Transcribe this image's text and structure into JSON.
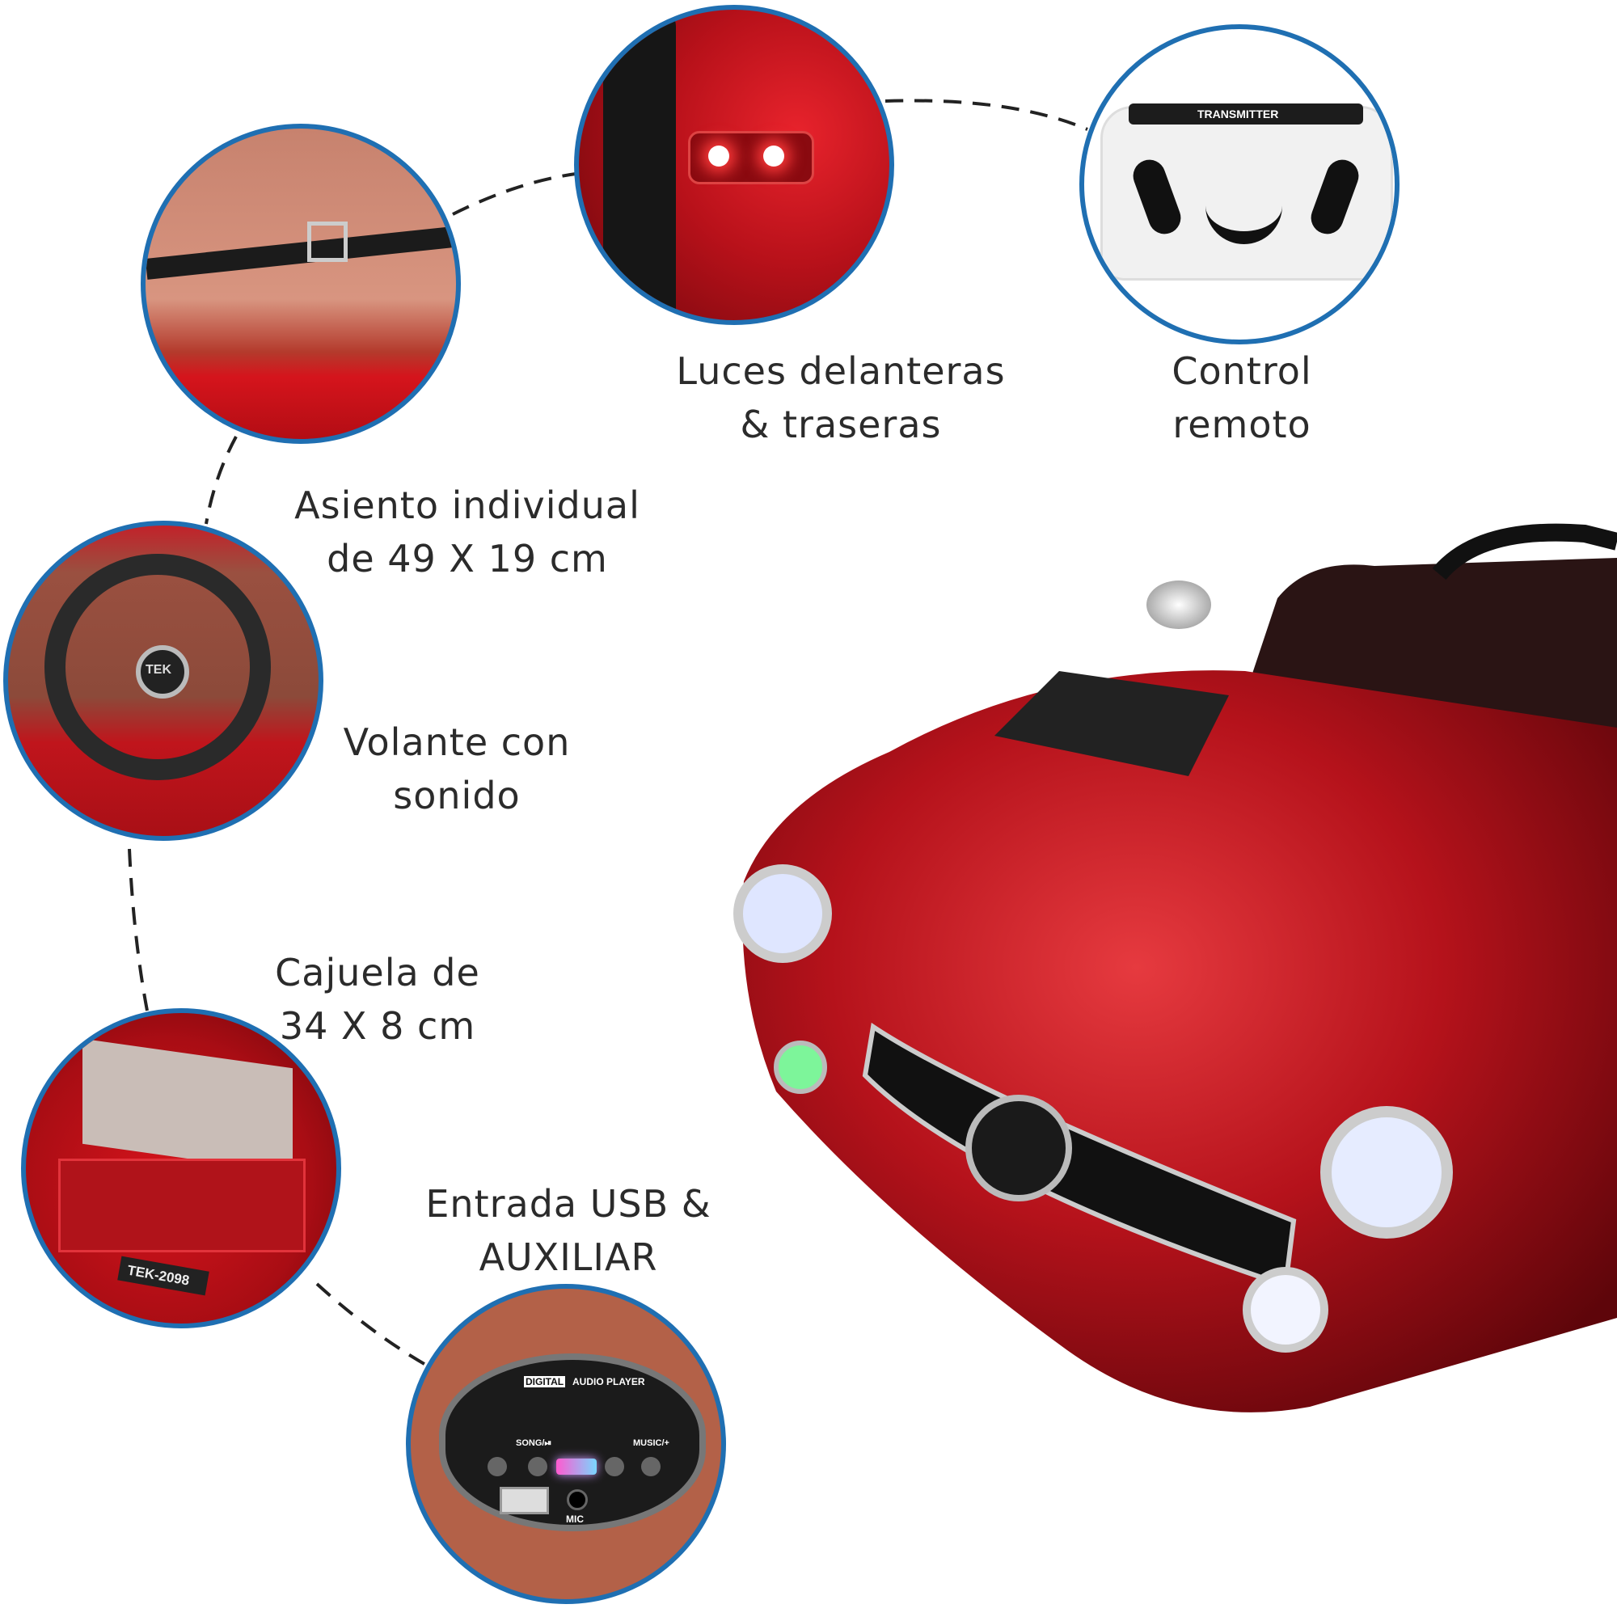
{
  "features": [
    {
      "id": "lights",
      "lines": [
        "Luces delanteras",
        "& traseras"
      ]
    },
    {
      "id": "remote",
      "lines": [
        "Control",
        "remoto"
      ]
    },
    {
      "id": "seat",
      "lines": [
        "Asiento individual",
        "de 49 X 19 cm"
      ]
    },
    {
      "id": "wheel",
      "lines": [
        "Volante con",
        "sonido"
      ]
    },
    {
      "id": "trunk",
      "lines": [
        "Cajuela de",
        "34 X 8 cm"
      ]
    },
    {
      "id": "usb",
      "lines": [
        "Entrada USB &",
        "AUXILIAR"
      ]
    }
  ],
  "photo_text": {
    "remote_brand": "TRANSMITTER",
    "plate": "TEK-2098",
    "player_digital": "DIGITAL",
    "player_audio": "AUDIO PLAYER",
    "song": "SONG/⏯",
    "music": "MUSIC/+",
    "mic": "MIC",
    "grille_logo": "TEK"
  },
  "colors": {
    "circle_border": "#1f6fb2",
    "car_red": "#b5121b"
  }
}
